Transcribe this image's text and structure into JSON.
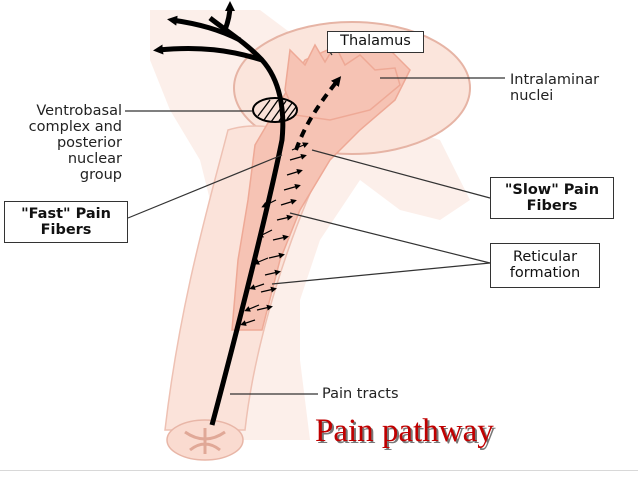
{
  "labels": {
    "thalamus": "Thalamus",
    "intralaminar_1": "Intralaminar",
    "intralaminar_2": "nuclei",
    "ventrobasal_1": "Ventrobasal",
    "ventrobasal_2": "complex and",
    "ventrobasal_3": "posterior",
    "ventrobasal_4": "nuclear",
    "ventrobasal_5": "group",
    "fast_1": "\"Fast\" Pain",
    "fast_2": "Fibers",
    "slow_1": "\"Slow\" Pain",
    "slow_2": "Fibers",
    "reticular_1": "Reticular",
    "reticular_2": "formation",
    "pain_tracts": "Pain tracts"
  },
  "title": "Pain pathway",
  "colors": {
    "tissue_light": "#fbe7e0",
    "tissue_mid": "#f6cdbf",
    "tissue_pink": "#f4b8aa",
    "pathway": "#000000",
    "title": "#c00000"
  }
}
